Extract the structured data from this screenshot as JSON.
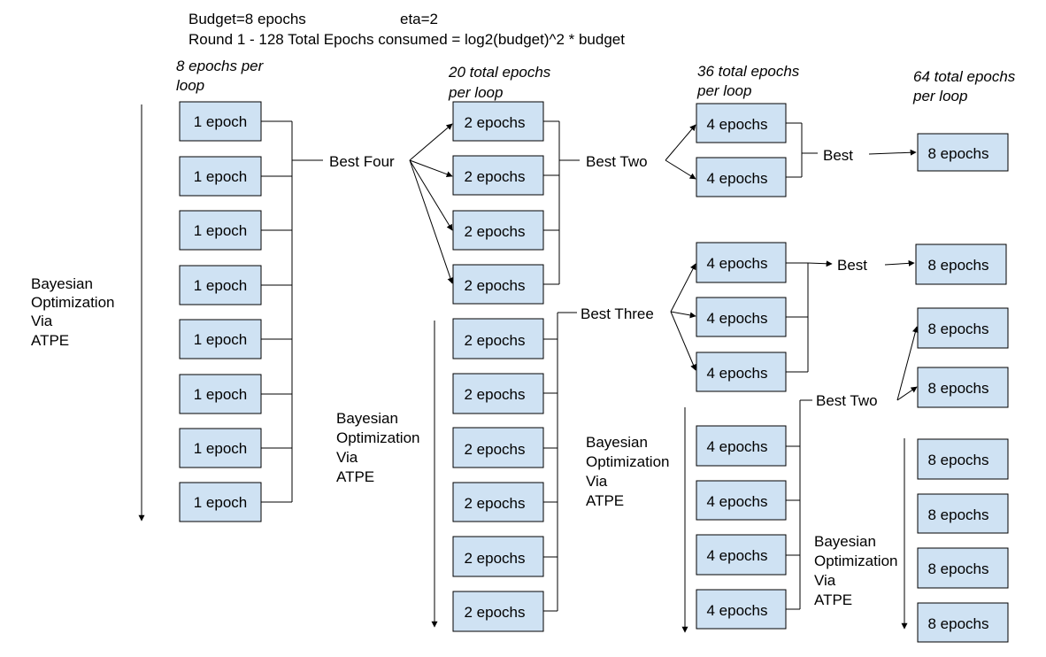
{
  "header": {
    "budget": "Budget=8 epochs",
    "eta": "eta=2",
    "round": "Round 1 - 128 Total Epochs consumed = log2(budget)^2 * budget"
  },
  "loop_labels": {
    "col1": [
      "8 epochs per",
      "loop"
    ],
    "col2": [
      "20 total epochs",
      "per loop"
    ],
    "col3": [
      "36 total epochs",
      "per loop"
    ],
    "col4": [
      "64 total epochs",
      "per loop"
    ]
  },
  "bo_label": [
    "Bayesian",
    "Optimization",
    "Via",
    "ATPE"
  ],
  "selections": {
    "best_four": "Best Four",
    "best_two": "Best Two",
    "best": "Best",
    "best_three": "Best Three"
  },
  "boxes": {
    "e1": "1 epoch",
    "e2": "2 epochs",
    "e4": "4 epochs",
    "e8": "8 epochs"
  },
  "colors": {
    "box_fill": "#cfe2f3",
    "stroke": "#000000"
  }
}
